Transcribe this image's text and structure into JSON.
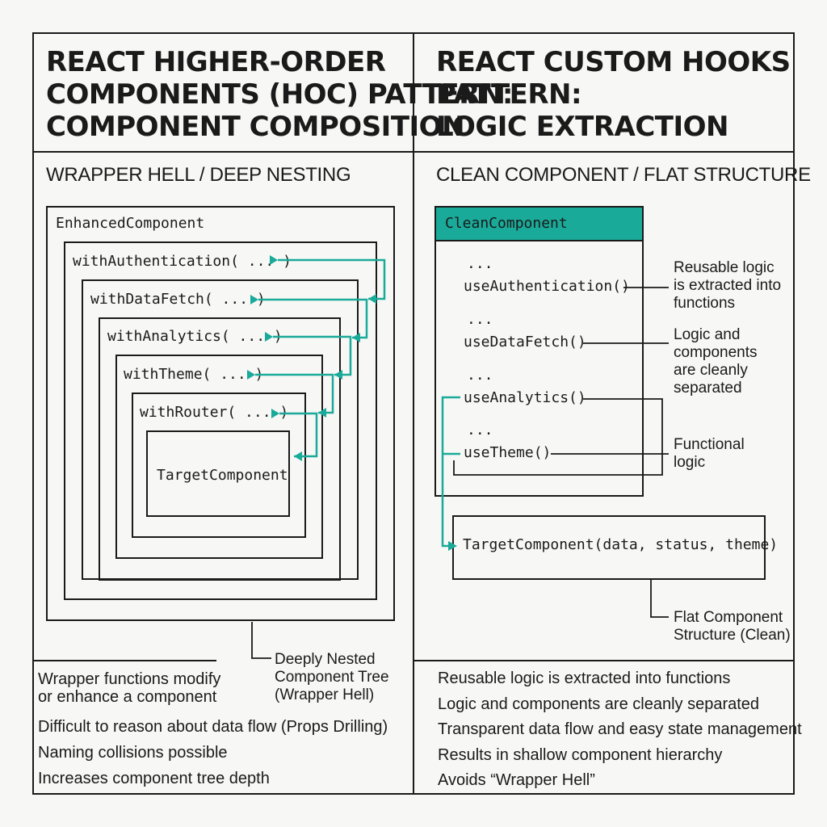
{
  "colors": {
    "accent": "#1aaa99",
    "ink": "#1a1a1a",
    "background": "#f7f7f5"
  },
  "left": {
    "title_lines": [
      "REACT HIGHER-ORDER",
      "COMPONENTS (HOC) PATTERN:",
      "COMPONENT COMPOSITION"
    ],
    "subtitle": "WRAPPER HELL / DEEP NESTING",
    "outer_label": "EnhancedComponent",
    "wrappers": [
      "withAuthentication( ... )",
      "withDataFetch( ... )",
      "withAnalytics( ... )",
      "withTheme( ... )",
      "withRouter( ... )"
    ],
    "target": "TargetComponent",
    "callout_lines": [
      "Deeply Nested",
      "Component Tree",
      "(Wrapper Hell)"
    ],
    "desc_lines": [
      "Wrapper functions modify",
      "or enhance a component"
    ],
    "bullets": [
      "Difficult to reason about data flow (Props Drilling)",
      "Naming collisions possible",
      "Increases component tree depth"
    ]
  },
  "right": {
    "title_lines": [
      "REACT CUSTOM HOOKS",
      "PATTERN:",
      "LOGIC EXTRACTION"
    ],
    "subtitle": "CLEAN COMPONENT / FLAT STRUCTURE",
    "component_label": "CleanComponent",
    "ellipsis": "...",
    "hooks": [
      "useAuthentication()",
      "useDataFetch()",
      "useAnalytics()",
      "useTheme()"
    ],
    "target": "TargetComponent(data, status, theme)",
    "notes": [
      [
        "Reusable logic",
        "is extracted into",
        "functions"
      ],
      [
        "Logic and",
        "components",
        "are cleanly",
        "separated"
      ],
      [
        "Functional",
        "logic"
      ]
    ],
    "flat_note_lines": [
      "Flat Component",
      "Structure (Clean)"
    ],
    "bullets": [
      "Reusable logic is extracted into functions",
      "Logic and components are cleanly separated",
      "Transparent data flow and easy state management",
      "Results in shallow component hierarchy",
      "Avoids “Wrapper Hell”"
    ]
  }
}
